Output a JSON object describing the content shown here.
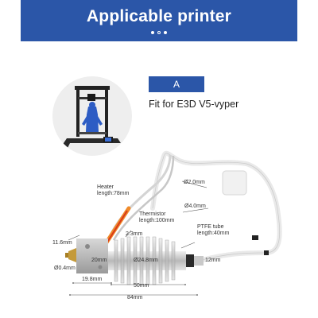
{
  "banner": {
    "title": "Applicable printer",
    "dots": [
      "filled",
      "hollow",
      "filled"
    ]
  },
  "badge": {
    "label": "A"
  },
  "fit": {
    "text": "Fit for E3D V5-vyper"
  },
  "labels": {
    "heater": "Heater\nlength:78mm",
    "thermistor": "Thermistor\nlength:100mm",
    "ptfe": "PTFE tube\nlength:40mm",
    "d2": "Ø2.0mm",
    "d4": "Ø4.0mm",
    "h116": "11.6mm",
    "d04": "Ø0.4mm",
    "w198": "19.8mm",
    "w20": "20mm",
    "w23": "2.3mm",
    "d24": "Ø24.8mm",
    "w12": "12mm",
    "w50": "50mm",
    "w84": "84mm"
  },
  "colors": {
    "accent": "#2b56a8",
    "printer_model": "#2d5cc4"
  }
}
